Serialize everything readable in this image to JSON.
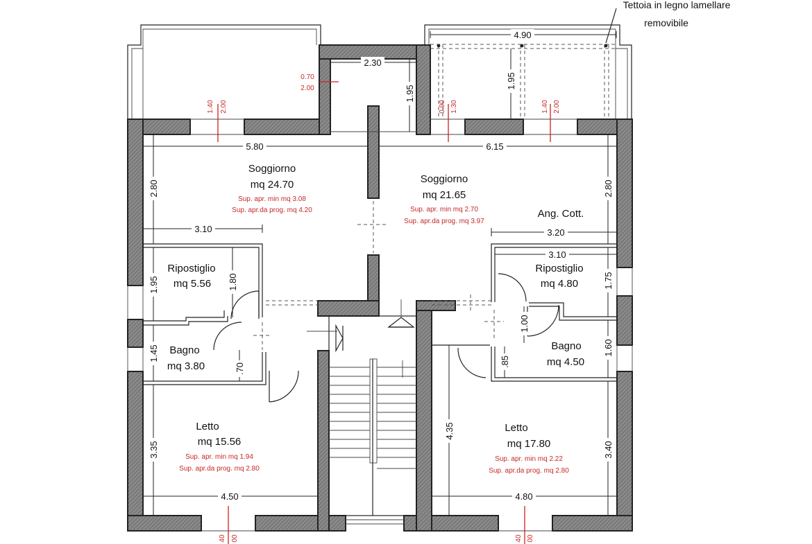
{
  "title_note": {
    "line1": "Tettoia in legno lamellare",
    "line2": "removibile"
  },
  "rooms": {
    "soggiorno_left": {
      "name": "Soggiorno",
      "area": "mq 24.70",
      "min": "Sup. apr. min mq 3.08",
      "prog": "Sup. apr.da prog. mq 4.20"
    },
    "soggiorno_right": {
      "name": "Soggiorno",
      "area": "mq 21.65",
      "min": "Sup. apr. min mq 2.70",
      "prog": "Sup. apr.da prog. mq 3.97"
    },
    "ang_cott": {
      "name": "Ang. Cott."
    },
    "ripostiglio_left": {
      "name": "Ripostiglio",
      "area": "mq 5.56"
    },
    "ripostiglio_right": {
      "name": "Ripostiglio",
      "area": "mq 4.80"
    },
    "bagno_left": {
      "name": "Bagno",
      "area": "mq 3.80"
    },
    "bagno_right": {
      "name": "Bagno",
      "area": "mq 4.50"
    },
    "letto_left": {
      "name": "Letto",
      "area": "mq 15.56",
      "min": "Sup. apr. min mq 1.94",
      "prog": "Sup. apr.da prog. mq 2.80"
    },
    "letto_right": {
      "name": "Letto",
      "area": "mq 17.80",
      "min": "Sup. apr. min mq 2.22",
      "prog": "Sup. apr.da prog. mq 2.80"
    }
  },
  "dims": {
    "d490": "4.90",
    "d230": "2.30",
    "d195_top": "1.95",
    "d195_tettoia": "1.95",
    "d580": "5.80",
    "d615": "6.15",
    "d280_left": "2.80",
    "d280_right": "2.80",
    "d310_left": "3.10",
    "d320": "3.20",
    "d310_right": "3.10",
    "d195_rip": "1.95",
    "d180": "1.80",
    "d175": "1.75",
    "d100": "1.00",
    "d145": "1.45",
    "d070": ".70",
    "d085": ".85",
    "d160": "1.60",
    "d335": "3.35",
    "d435": "4.35",
    "d340": "3.40",
    "d450": "4.50",
    "d480": "4.80"
  },
  "windows": {
    "w1": {
      "a": "0.70",
      "b": "2.00"
    },
    "w2": {
      "a": "1.40",
      "b": "2.00"
    },
    "w3": {
      "a": "0.90",
      "b": "1.30"
    },
    "w4": {
      "a": "1.40",
      "b": "2.00"
    },
    "w5": {
      "a": "40",
      "b": "00"
    },
    "w6": {
      "a": "40",
      "b": "00"
    }
  }
}
